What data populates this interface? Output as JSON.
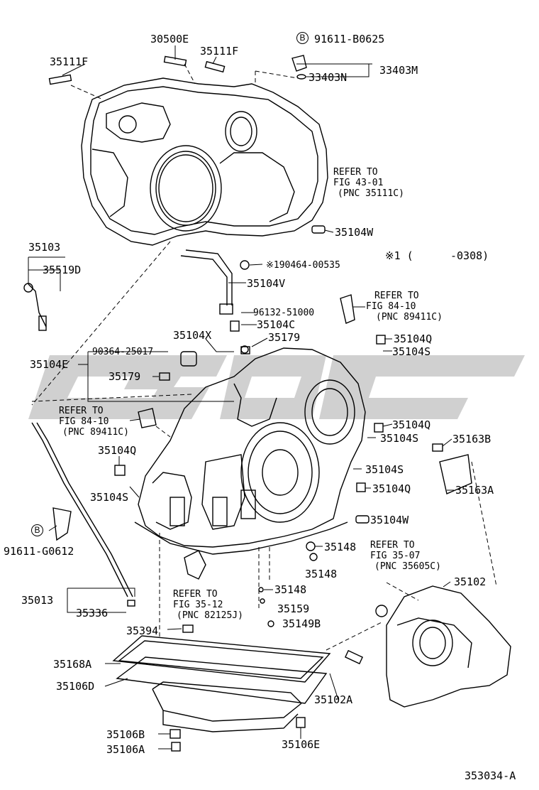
{
  "diagram_code": "353034-A",
  "date_note": {
    "mark": "※1 (",
    "end": "-0308)"
  },
  "parts": {
    "p30500E": "30500E",
    "p35111F_a": "35111F",
    "p35111F_b": "35111F",
    "p91611B0625": "91611-B0625",
    "p33403N": "33403N",
    "p33403M": "33403M",
    "p35104W_a": "35104W",
    "p35103": "35103",
    "p35519D": "35519D",
    "p190464": "※190464-00535",
    "p35104V": "35104V",
    "p96132": "96132-51000",
    "p35104C": "35104C",
    "p35104X": "35104X",
    "p35179_a": "35179",
    "p90364": "90364-25017",
    "p35104E": "35104E",
    "p35179_b": "35179",
    "p35104Q_a": "35104Q",
    "p35104S_a": "35104S",
    "p35104Q_b": "35104Q",
    "p35104S_b": "35104S",
    "p35163B": "35163B",
    "p35104S_c": "35104S",
    "p35104Q_c": "35104Q",
    "p35163A": "35163A",
    "p35104Q_d": "35104Q",
    "p35104S_d": "35104S",
    "p35104W_b": "35104W",
    "p91611G0612": "91611-G0612",
    "p35148_a": "35148",
    "p35148_b": "35148",
    "p35148_c": "35148",
    "p35159": "35159",
    "p35149B": "35149B",
    "p35102": "35102",
    "p35013": "35013",
    "p35336": "35336",
    "p35394": "35394",
    "p35168A": "35168A",
    "p35106D": "35106D",
    "p35102A": "35102A",
    "p35106B": "35106B",
    "p35106A": "35106A",
    "p35106E": "35106E",
    "badge_b": "B"
  },
  "refers": [
    {
      "l1": "REFER TO",
      "l2": "FIG 43-01",
      "l3": "(PNC 35111C)"
    },
    {
      "l1": "REFER TO",
      "l2": "FIG 84-10",
      "l3": "(PNC 89411C)"
    },
    {
      "l1": "REFER TO",
      "l2": "FIG 84-10",
      "l3": "(PNC 89411C)"
    },
    {
      "l1": "REFER TO",
      "l2": "FIG 35-07",
      "l3": "(PNC 35605C)"
    },
    {
      "l1": "REFER TO",
      "l2": "FIG 35-12",
      "l3": "(PNC 82125J)"
    }
  ]
}
